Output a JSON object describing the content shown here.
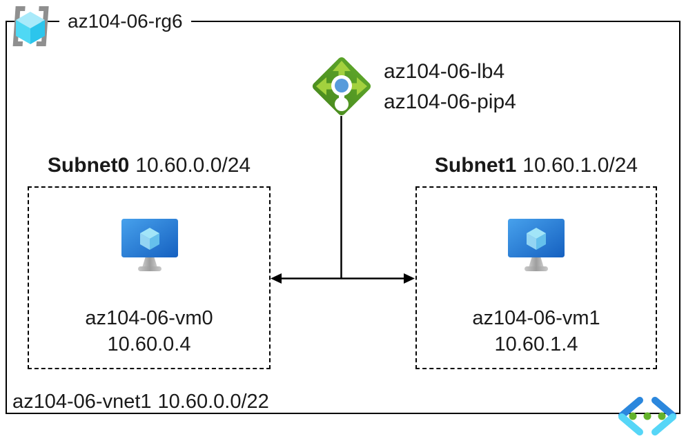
{
  "diagram": {
    "resource_group": {
      "name": "az104-06-rg6"
    },
    "load_balancer": {
      "name": "az104-06-lb4",
      "public_ip": "az104-06-pip4"
    },
    "subnets": [
      {
        "name": "Subnet0",
        "cidr": "10.60.0.0/24",
        "vm": {
          "name": "az104-06-vm0",
          "ip": "10.60.0.4"
        }
      },
      {
        "name": "Subnet1",
        "cidr": "10.60.1.0/24",
        "vm": {
          "name": "az104-06-vm1",
          "ip": "10.60.1.4"
        }
      }
    ],
    "vnet": {
      "name": "az104-06-vnet1",
      "cidr": "10.60.0.0/22"
    }
  },
  "colors": {
    "line": "#000000",
    "text": "#1a1a1a",
    "lb-green": "#5ba328",
    "lb-green-dark": "#4c8e20",
    "lb-arrow": "#a3d13e",
    "lb-dot-blue": "#579bdb",
    "vm-blue-light": "#47a1ec",
    "vm-blue-dark": "#1560c0",
    "cube-cyan-light": "#a9eafa",
    "cube-cyan": "#4fd8f4",
    "cube-cyan-dark": "#2cc5ec",
    "bracket-gray": "#8f8f8f",
    "stand-gray": "#9e9e9e",
    "stand-gray-light": "#c9c9c9",
    "vnet-blue": "#2b87dd",
    "vnet-cyan": "#56d6f7",
    "vnet-dot-green": "#64b32c"
  }
}
